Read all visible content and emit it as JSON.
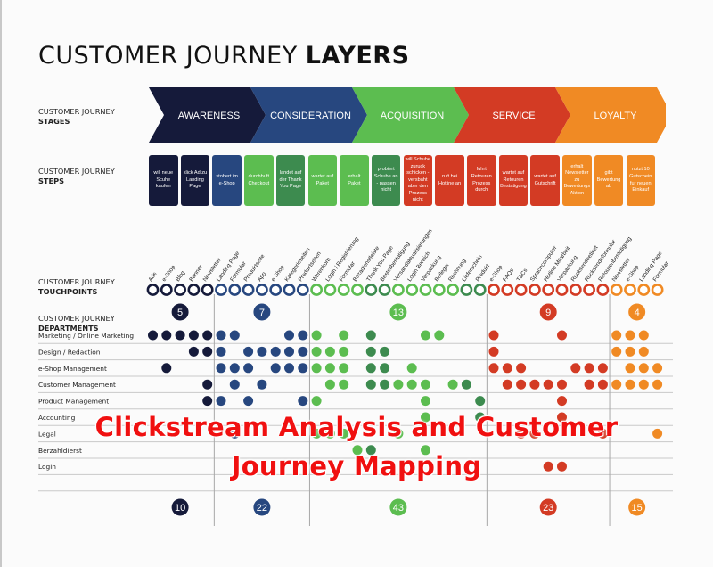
{
  "title": {
    "regular": "CUSTOMER JOURNEY ",
    "bold": "LAYERS"
  },
  "sections": {
    "stages": {
      "line1": "CUSTOMER JOURNEY",
      "line2": "STAGES"
    },
    "steps": {
      "line1": "CUSTOMER JOURNEY",
      "line2": "STEPS"
    },
    "touchpoints": {
      "line1": "CUSTOMER JOURNEY",
      "line2": "TOUCHPOINTS"
    },
    "departments": {
      "line1": "CUSTOMER JOURNEY",
      "line2": "DEPARTMENTS"
    }
  },
  "colors": {
    "navy": "#151a3a",
    "blue": "#27477f",
    "green": "#5cbd50",
    "dark_green": "#3d8b4f",
    "red": "#d33b24",
    "orange": "#f08a24",
    "grid_line": "#c9c9c9",
    "divider": "#a8a8a8",
    "overlay_text": "#f01010"
  },
  "stages": [
    {
      "name": "AWARENESS",
      "color": "#151a3a"
    },
    {
      "name": "CONSIDERATION",
      "color": "#27477f"
    },
    {
      "name": "ACQUISITION",
      "color": "#5cbd50"
    },
    {
      "name": "SERVICE",
      "color": "#d33b24"
    },
    {
      "name": "LOYALTY",
      "color": "#f08a24"
    }
  ],
  "steps": [
    {
      "text": "will neue Scuhe kaufen",
      "color": "#151a3a"
    },
    {
      "text": "klick Ad zu Landing Page",
      "color": "#151a3a"
    },
    {
      "text": "stobert im e-Shop",
      "color": "#27477f"
    },
    {
      "text": "durchbuft Checkout",
      "color": "#5cbd50"
    },
    {
      "text": "landet auf der Thank You Page",
      "color": "#3d8b4f"
    },
    {
      "text": "wartet auf Paket",
      "color": "#5cbd50"
    },
    {
      "text": "erhalt Paket",
      "color": "#5cbd50"
    },
    {
      "text": "probiert Schuhe an - passen nicht",
      "color": "#3d8b4f"
    },
    {
      "text": "will Schuhe zuruck schicken - versbaht aber den Prozess nicht",
      "color": "#d33b24"
    },
    {
      "text": "ruft bei Hotline an",
      "color": "#d33b24"
    },
    {
      "text": "fuhrt Retouren Prozess durch",
      "color": "#d33b24"
    },
    {
      "text": "wartet auf Retouren Bestatigung",
      "color": "#d33b24"
    },
    {
      "text": "wartet auf Gutschrift",
      "color": "#d33b24"
    },
    {
      "text": "erhalt Newsletter zu Bewertungs Aktion",
      "color": "#f08a24"
    },
    {
      "text": "gibt Bewertung ab",
      "color": "#f08a24"
    },
    {
      "text": "nutzt 10 Gutschein fur neuen Einkauf",
      "color": "#f08a24"
    }
  ],
  "touchpoints": [
    {
      "label": "Ads",
      "stage": 0,
      "shade": "navy"
    },
    {
      "label": "e-Shop",
      "stage": 0,
      "shade": "navy"
    },
    {
      "label": "Blog",
      "stage": 0,
      "shade": "navy"
    },
    {
      "label": "Banner",
      "stage": 0,
      "shade": "navy"
    },
    {
      "label": "Newsletter",
      "stage": 0,
      "shade": "navy"
    },
    {
      "label": "Landing Page",
      "stage": 1,
      "shade": "blue"
    },
    {
      "label": "Formular",
      "stage": 1,
      "shade": "blue"
    },
    {
      "label": "Produktseite",
      "stage": 1,
      "shade": "blue"
    },
    {
      "label": "App",
      "stage": 1,
      "shade": "blue"
    },
    {
      "label": "e-Shop",
      "stage": 1,
      "shade": "blue"
    },
    {
      "label": "Kategorieseiten",
      "stage": 1,
      "shade": "blue"
    },
    {
      "label": "Produktseiten",
      "stage": 1,
      "shade": "blue"
    },
    {
      "label": "Warenkorb",
      "stage": 2,
      "shade": "green"
    },
    {
      "label": "Login / Registrierung",
      "stage": 2,
      "shade": "green"
    },
    {
      "label": "Formular",
      "stage": 2,
      "shade": "green"
    },
    {
      "label": "Bezadienstleiste",
      "stage": 2,
      "shade": "green"
    },
    {
      "label": "Thank You Page",
      "stage": 2,
      "shade": "dark_green"
    },
    {
      "label": "Bestellbestatigung",
      "stage": 2,
      "shade": "dark_green"
    },
    {
      "label": "Versandaktualisierungen",
      "stage": 2,
      "shade": "green"
    },
    {
      "label": "Login Bereich",
      "stage": 2,
      "shade": "green"
    },
    {
      "label": "Verpackung",
      "stage": 2,
      "shade": "green"
    },
    {
      "label": "Beileger",
      "stage": 2,
      "shade": "green"
    },
    {
      "label": "Rechnung",
      "stage": 2,
      "shade": "green"
    },
    {
      "label": "Lieferschein",
      "stage": 2,
      "shade": "dark_green"
    },
    {
      "label": "Produkt",
      "stage": 2,
      "shade": "dark_green"
    },
    {
      "label": "e-Shop",
      "stage": 3,
      "shade": "red"
    },
    {
      "label": "FAQs",
      "stage": 3,
      "shade": "red"
    },
    {
      "label": "T&Cs",
      "stage": 3,
      "shade": "red"
    },
    {
      "label": "Sprachcomputer",
      "stage": 3,
      "shade": "red"
    },
    {
      "label": "Hotline Mitarbeit",
      "stage": 3,
      "shade": "red"
    },
    {
      "label": "Verpackung",
      "stage": 3,
      "shade": "red"
    },
    {
      "label": "Rucksendeetiket",
      "stage": 3,
      "shade": "red"
    },
    {
      "label": "Rucksendeformular",
      "stage": 3,
      "shade": "red"
    },
    {
      "label": "Retourenbestatigung",
      "stage": 3,
      "shade": "red"
    },
    {
      "label": "Newsletter",
      "stage": 4,
      "shade": "orange"
    },
    {
      "label": "e-Shop",
      "stage": 4,
      "shade": "orange"
    },
    {
      "label": "Landing Page",
      "stage": 4,
      "shade": "orange"
    },
    {
      "label": "Formular",
      "stage": 4,
      "shade": "orange"
    }
  ],
  "touchpoint_counts": [
    5,
    7,
    13,
    9,
    4
  ],
  "department_totals": [
    10,
    22,
    43,
    23,
    15
  ],
  "departments": [
    {
      "name": "Marketing / Online Marketing",
      "cols": [
        0,
        1,
        2,
        3,
        4,
        5,
        6,
        10,
        11,
        12,
        14,
        16,
        20,
        21,
        25,
        30,
        34,
        35,
        36
      ]
    },
    {
      "name": "Design / Redaction",
      "cols": [
        3,
        4,
        5,
        7,
        8,
        9,
        10,
        11,
        12,
        13,
        14,
        16,
        17,
        25,
        34,
        35,
        36
      ]
    },
    {
      "name": "e-Shop Management",
      "cols": [
        1,
        5,
        6,
        7,
        9,
        10,
        11,
        12,
        13,
        14,
        16,
        17,
        19,
        25,
        26,
        27,
        31,
        32,
        33,
        35,
        36,
        37
      ]
    },
    {
      "name": "Customer Management",
      "cols": [
        4,
        6,
        8,
        13,
        14,
        16,
        17,
        18,
        19,
        20,
        22,
        23,
        26,
        27,
        28,
        29,
        30,
        32,
        33,
        34,
        35,
        36,
        37
      ]
    },
    {
      "name": "Product Management",
      "cols": [
        4,
        5,
        7,
        11,
        12,
        20,
        24,
        30
      ]
    },
    {
      "name": "Accounting",
      "cols": [
        20,
        24,
        30
      ]
    },
    {
      "name": "Legal",
      "cols": [
        6,
        12,
        13,
        14,
        18,
        27,
        28,
        33,
        37
      ]
    },
    {
      "name": "Berzahldierst",
      "cols": [
        15,
        16,
        20
      ]
    },
    {
      "name": "Login",
      "cols": [
        29,
        30
      ]
    }
  ],
  "overlay": {
    "line1": "Clickstream Analysis and Customer",
    "line2": "Journey Mapping"
  }
}
